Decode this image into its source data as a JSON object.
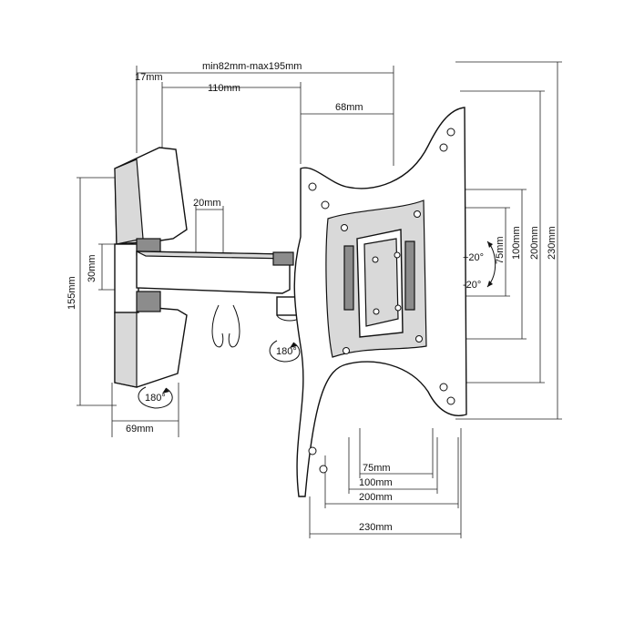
{
  "dimensions": {
    "wall_top_range": "min82mm-max195mm",
    "wall_plate_depth": "17mm",
    "arm_span": "110mm",
    "pivot_offset": "68mm",
    "arm_width": "20mm",
    "arm_height": "30mm",
    "wall_plate_height": "155mm",
    "wall_plate_width": "69mm",
    "vesa_v_75": "75mm",
    "vesa_v_100": "100mm",
    "vesa_v_200": "200mm",
    "vesa_v_230": "230mm",
    "vesa_h_75": "75mm",
    "vesa_h_100": "100mm",
    "vesa_h_200": "200mm",
    "vesa_h_230": "230mm"
  },
  "angles": {
    "tilt_up": "+20°",
    "tilt_down": "-20°",
    "swivel_arm": "180°",
    "swivel_wall": "180°"
  }
}
